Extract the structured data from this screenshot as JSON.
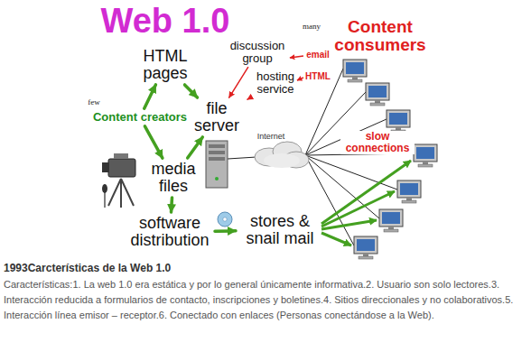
{
  "diagram": {
    "title": "Web 1.0",
    "caption": "1993Carcterísticas de la Web 1.0",
    "nodes": [
      {
        "text": [
          "HTML pages"
        ]
      },
      {
        "text": [
          "discussion group"
        ]
      },
      {
        "text": [
          "hosting service"
        ]
      },
      {
        "text": [
          "Content creators"
        ]
      },
      {
        "text": [
          "file server"
        ]
      },
      {
        "text": [
          "media files"
        ]
      },
      {
        "text": [
          "software distribution"
        ]
      },
      {
        "text": [
          "stores & snail mail"
        ]
      }
    ],
    "edges": [
      {
        "from": 3,
        "to": 0,
        "arrow": "to"
      },
      {
        "from": 3,
        "to": 5,
        "arrow": "to"
      },
      {
        "from": 0,
        "to": 4,
        "arrow": "to"
      },
      {
        "from": 1,
        "to": 4,
        "arrow": "to"
      },
      {
        "from": 2,
        "to": 4,
        "arrow": "to"
      },
      {
        "from": 5,
        "to": 4,
        "arrow": "to"
      },
      {
        "from": 5,
        "to": 6,
        "arrow": "to"
      },
      {
        "from": 6,
        "to": 7,
        "arrow": "to"
      }
    ],
    "labels": [
      "many",
      "Content consumers",
      "few",
      "email",
      "HTML",
      "Internet",
      "slow connections",
      "Características:1. La web 1.0 era estática y por lo general únicamente informativa.2. Usuario son solo lectores.3. Interacción reducida a formularios de contacto, inscripciones y boletines.4. Sitios direccionales y no colaborativos.5. Interacción línea emisor – receptor.6. Conectado con enlaces (Personas conectándose a la Web)."
    ]
  }
}
